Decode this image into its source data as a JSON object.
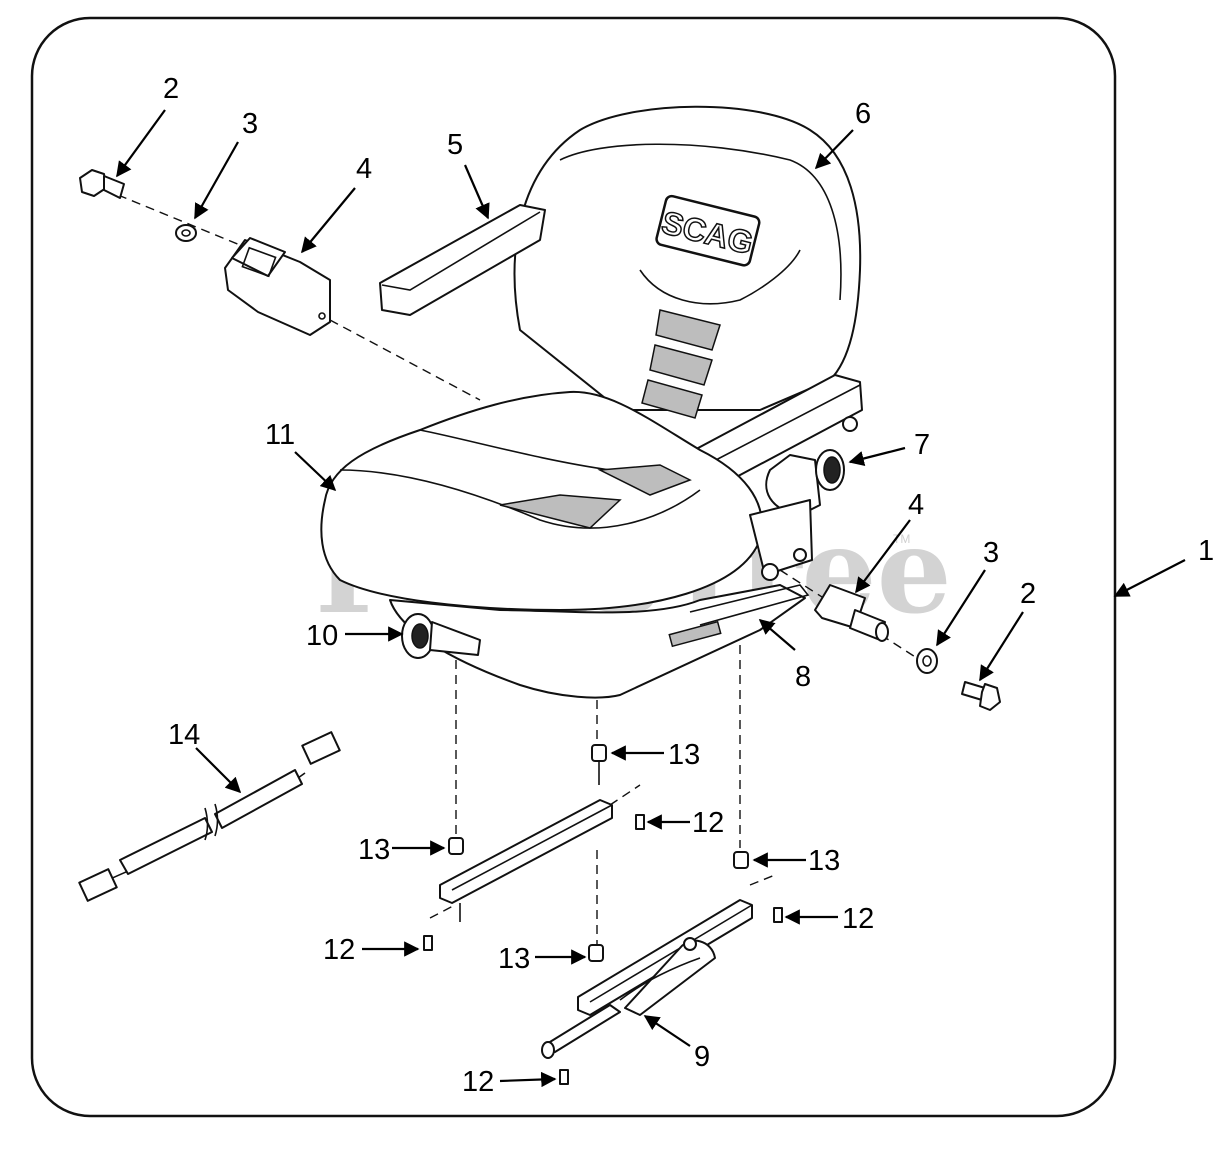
{
  "watermark": {
    "text": "PartsTree",
    "tm": "TM"
  },
  "logo": {
    "text": "SCAG"
  },
  "callouts": [
    {
      "id": "1",
      "label": "1"
    },
    {
      "id": "2a",
      "label": "2"
    },
    {
      "id": "3a",
      "label": "3"
    },
    {
      "id": "4a",
      "label": "4"
    },
    {
      "id": "5",
      "label": "5"
    },
    {
      "id": "6",
      "label": "6"
    },
    {
      "id": "7",
      "label": "7"
    },
    {
      "id": "11",
      "label": "11"
    },
    {
      "id": "4b",
      "label": "4"
    },
    {
      "id": "3b",
      "label": "3"
    },
    {
      "id": "2b",
      "label": "2"
    },
    {
      "id": "10",
      "label": "10"
    },
    {
      "id": "8",
      "label": "8"
    },
    {
      "id": "14",
      "label": "14"
    },
    {
      "id": "13a",
      "label": "13"
    },
    {
      "id": "12a",
      "label": "12"
    },
    {
      "id": "13b",
      "label": "13"
    },
    {
      "id": "13c",
      "label": "13"
    },
    {
      "id": "12b",
      "label": "12"
    },
    {
      "id": "12c",
      "label": "12"
    },
    {
      "id": "13d",
      "label": "13"
    },
    {
      "id": "9",
      "label": "9"
    },
    {
      "id": "12d",
      "label": "12"
    }
  ]
}
